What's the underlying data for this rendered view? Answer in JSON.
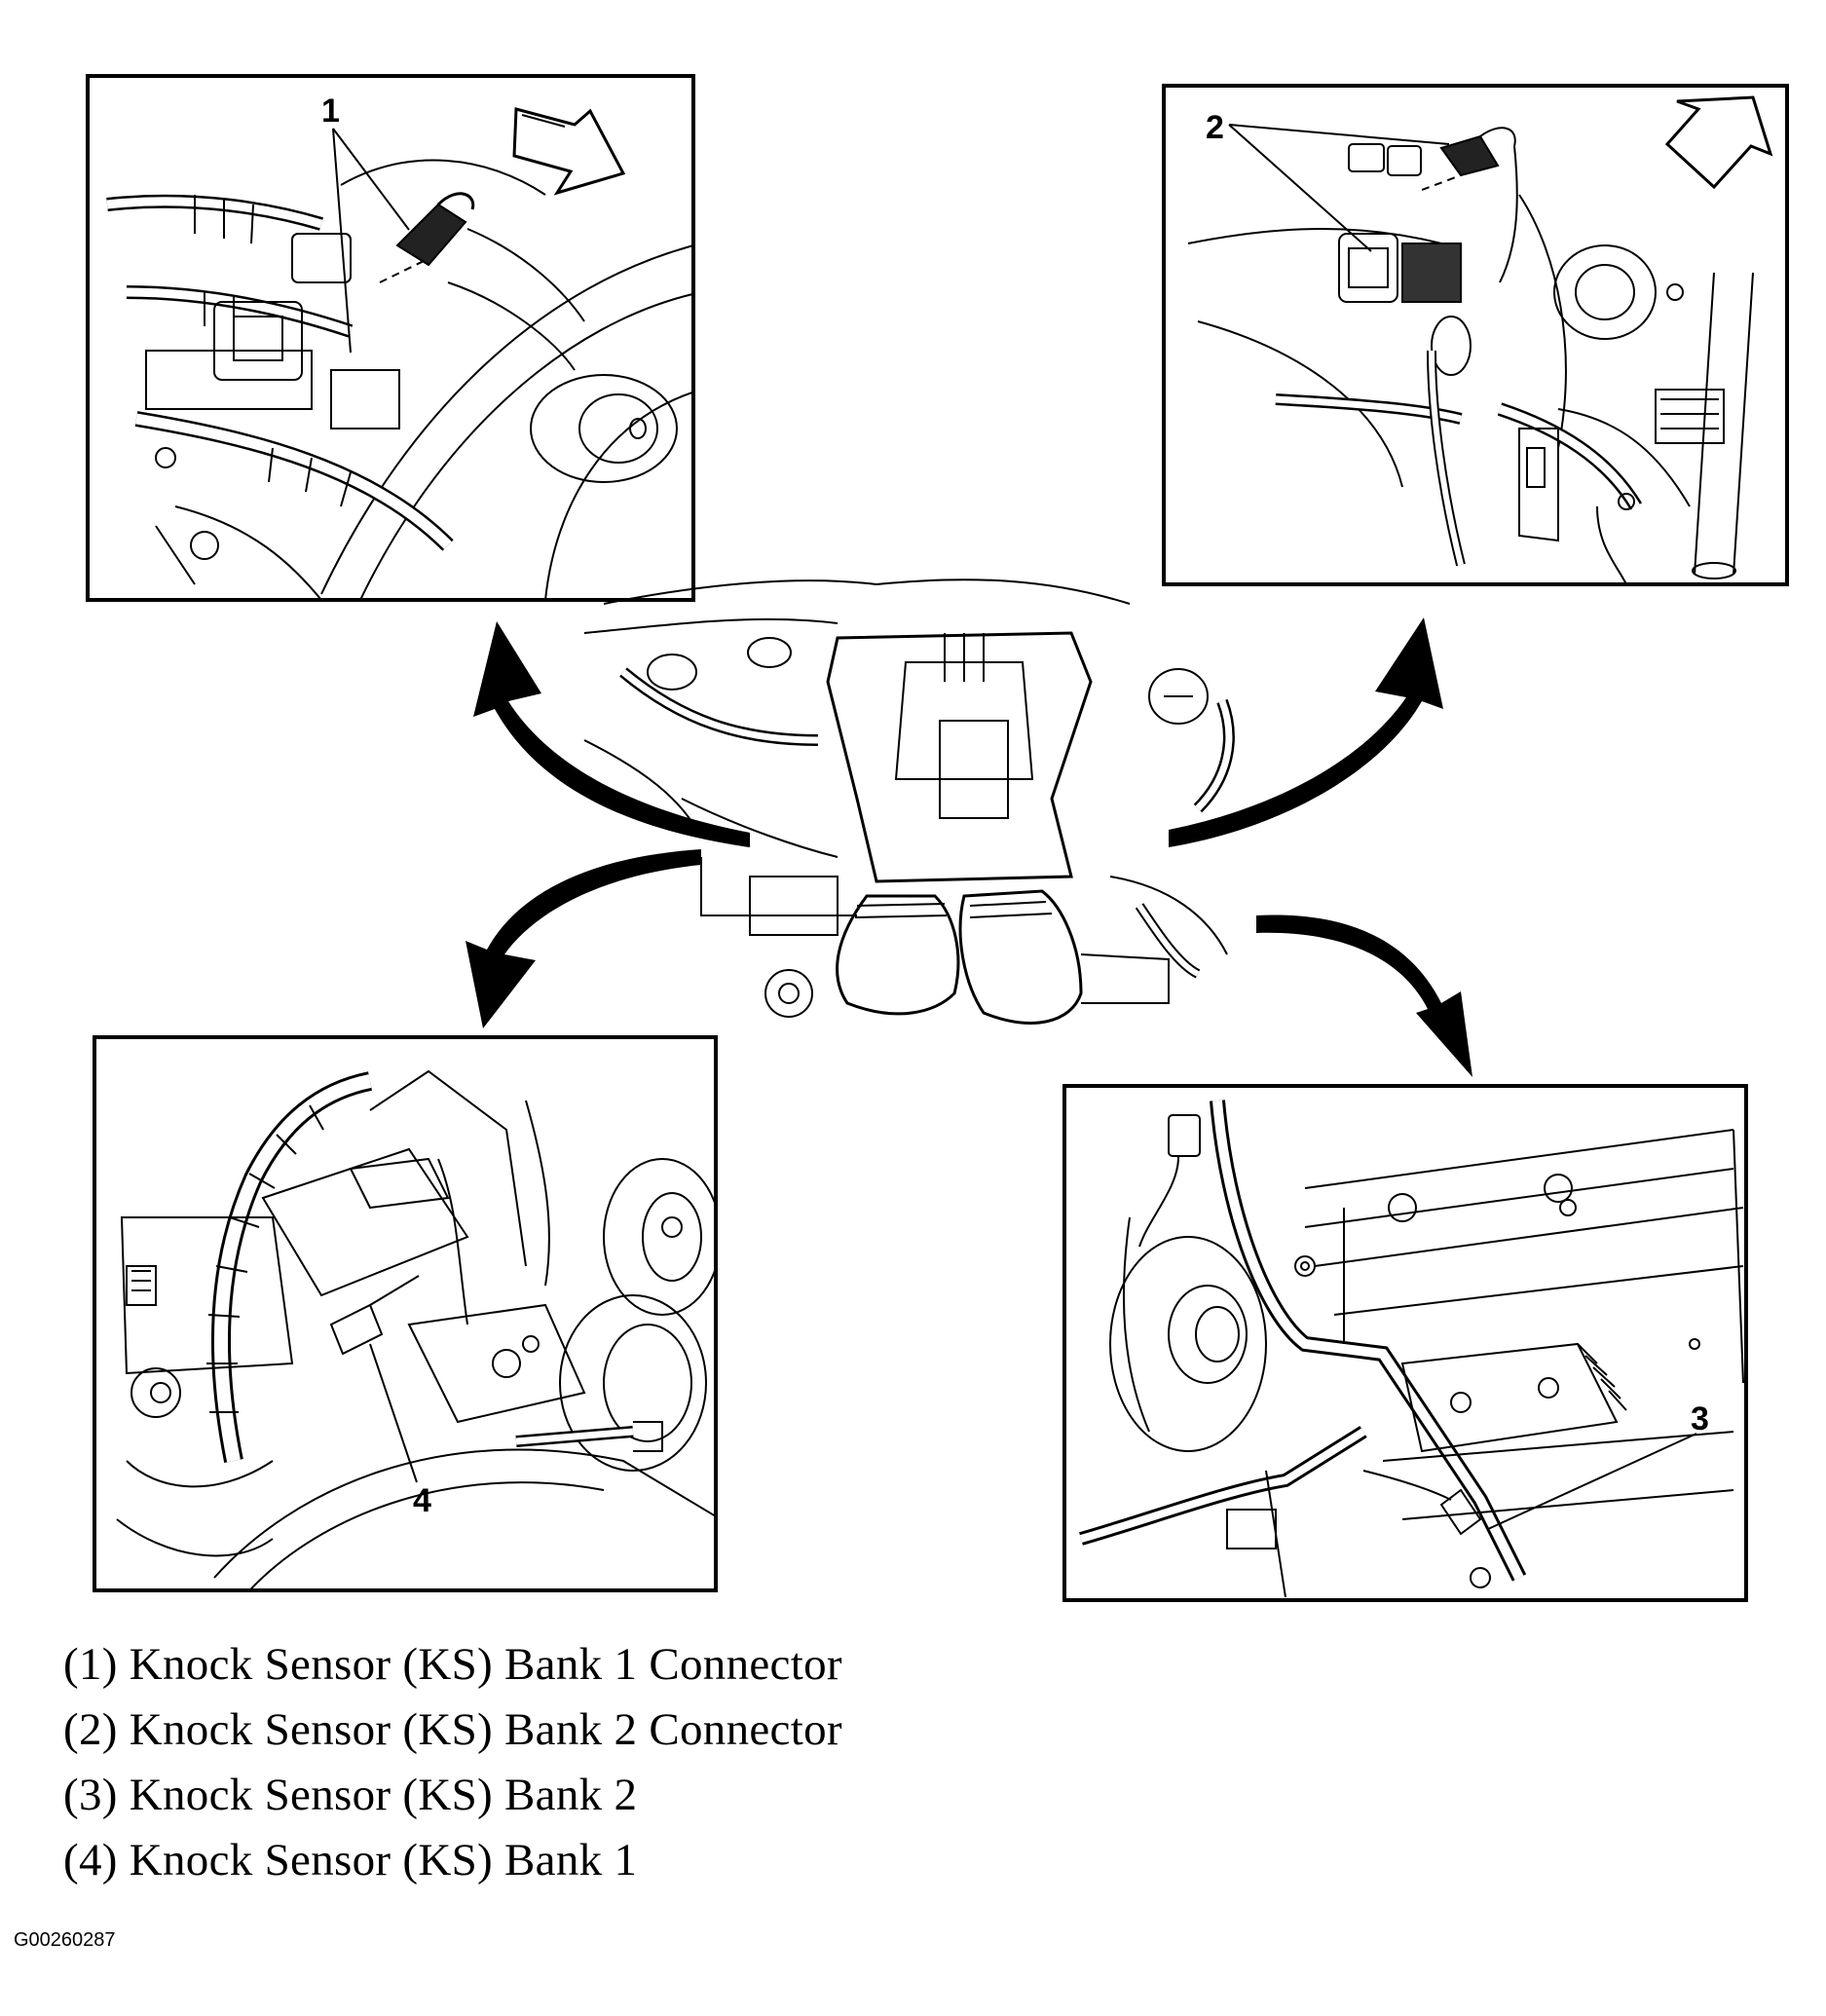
{
  "callouts": {
    "c1": "1",
    "c2": "2",
    "c3": "3",
    "c4": "4"
  },
  "legend": [
    "(1) Knock Sensor (KS) Bank 1 Connector",
    "(2) Knock Sensor (KS) Bank 2 Connector",
    "(3) Knock Sensor (KS) Bank 2",
    "(4) Knock Sensor (KS) Bank 1"
  ],
  "figure_code": "G00260287"
}
